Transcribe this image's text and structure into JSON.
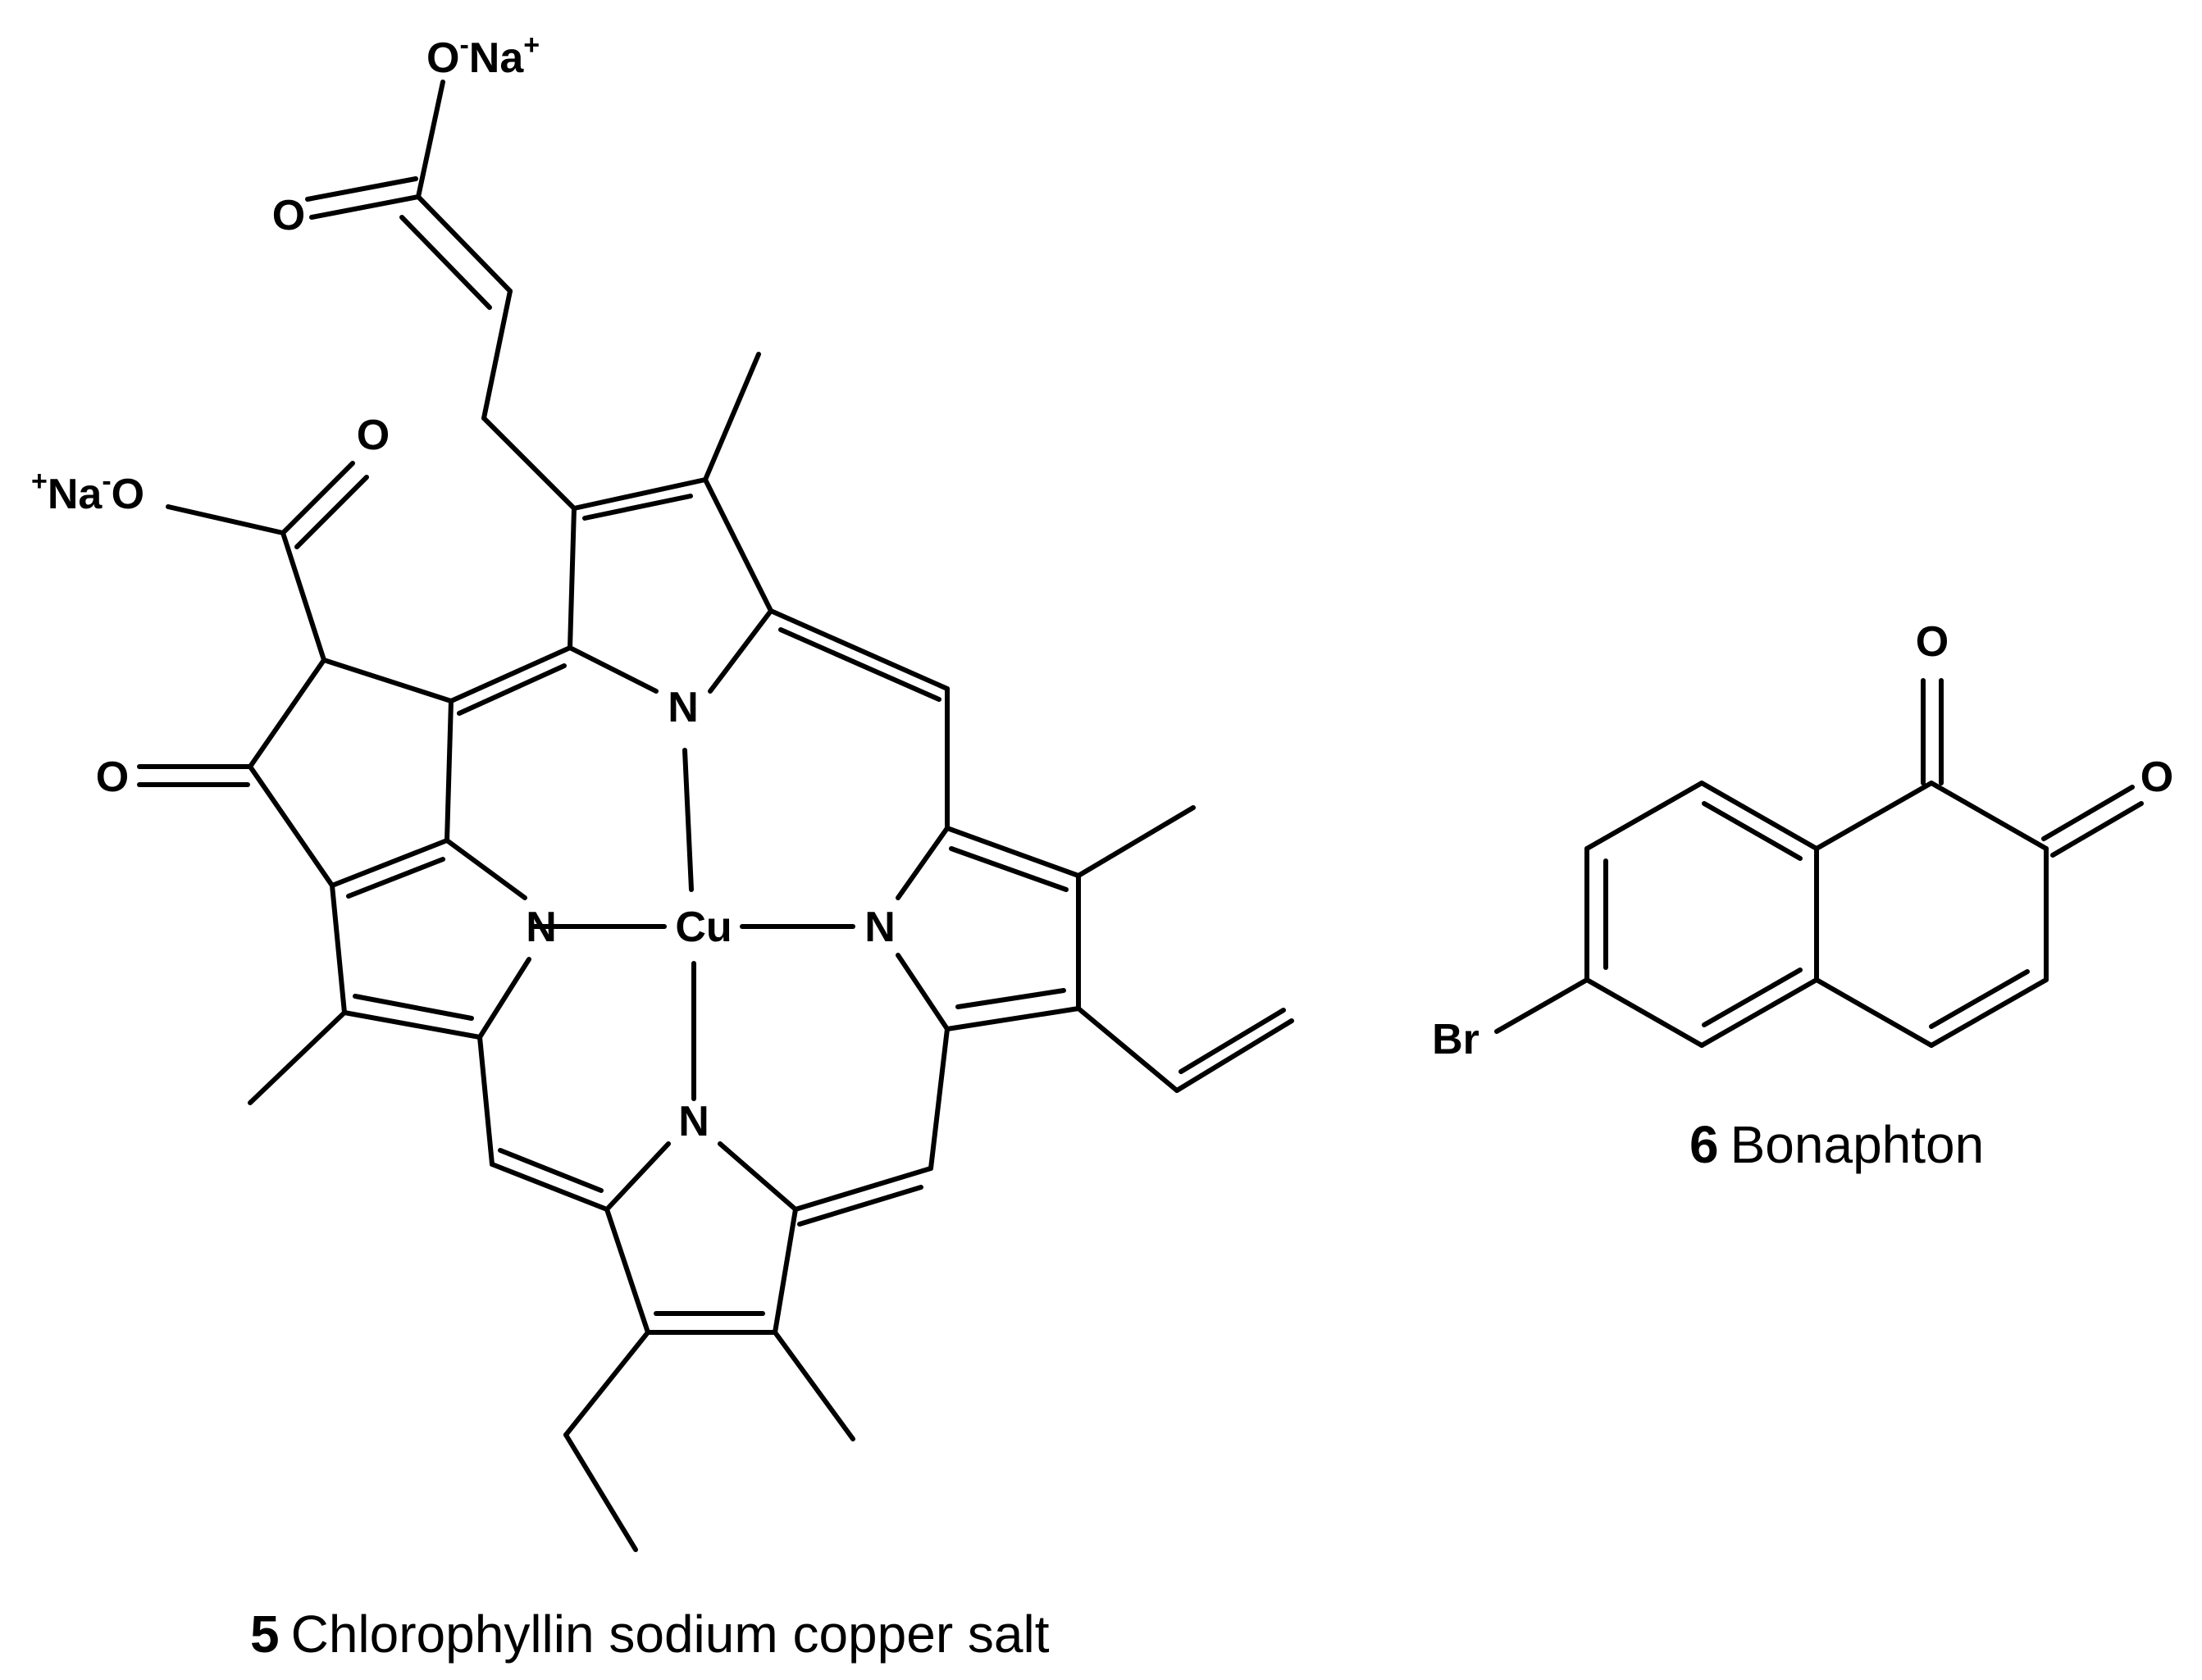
{
  "molecule_5": {
    "number": "5",
    "name": "Chlorophyllin sodium copper salt",
    "atoms": {
      "O": "O",
      "N": "N",
      "Cu": "Cu",
      "Na": "Na",
      "plus": "+",
      "minus": "-"
    }
  },
  "molecule_6": {
    "number": "6",
    "name": "Bonaphton",
    "atoms": {
      "O": "O",
      "Br": "Br"
    }
  },
  "colors": {
    "ink": "#000000",
    "background": "#ffffff"
  }
}
